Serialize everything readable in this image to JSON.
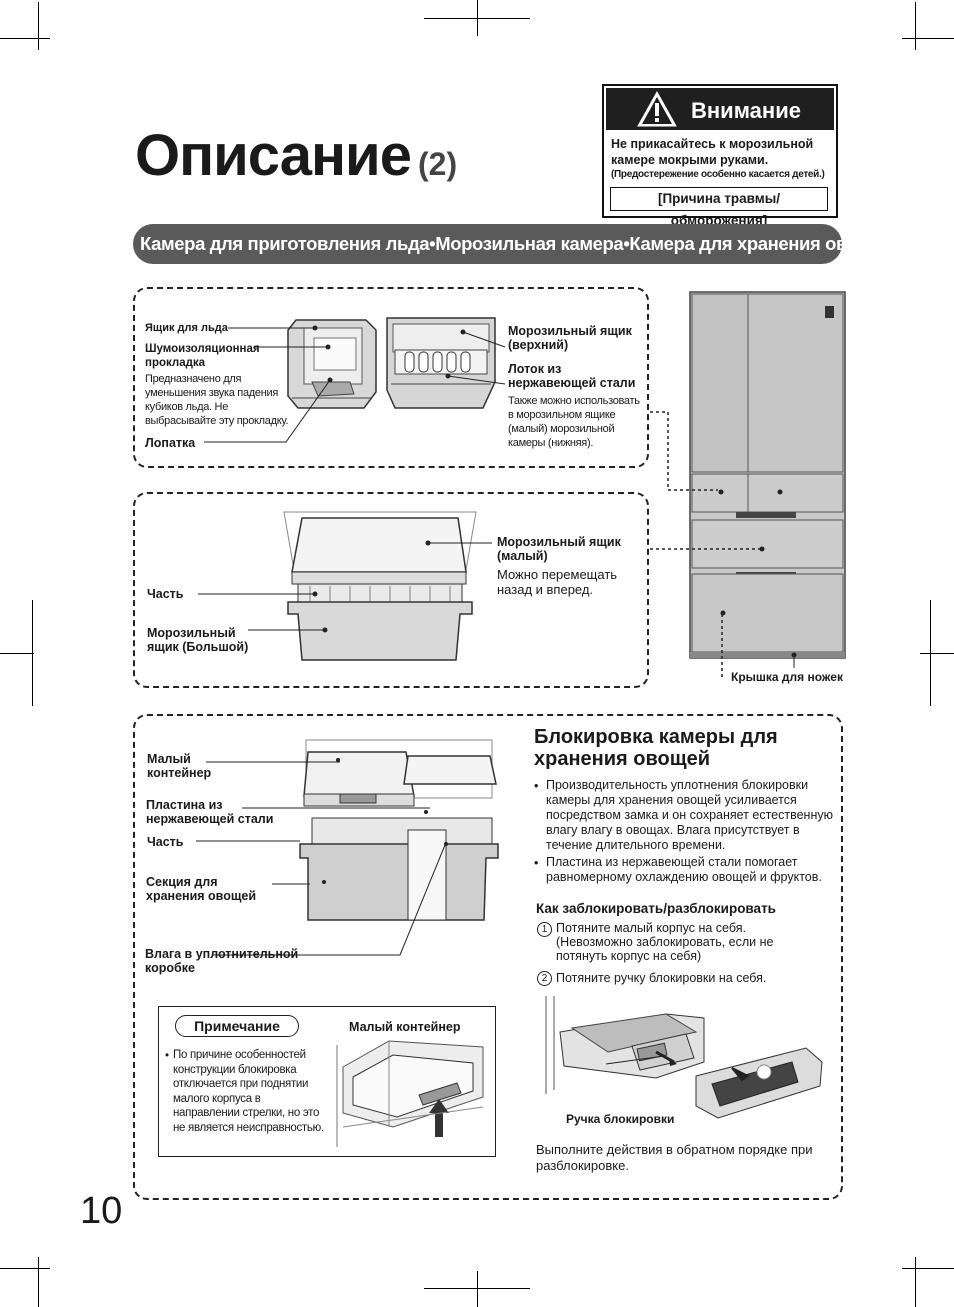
{
  "page": {
    "title": "Описание",
    "title_number": "(2)",
    "page_number": "10"
  },
  "warning": {
    "title": "Внимание",
    "line1": "Не прикасайтесь к морозильной камере мокрыми руками.",
    "line2": "(Предостережение особенно касается детей.)",
    "reason": "[Причина травмы/обморожения]"
  },
  "banner": {
    "text": "Камера для приготовления льда•Морозильная камера•Камера для хранения овощей"
  },
  "section1": {
    "ice_box": "Ящик для льда",
    "gasket_title": "Шумоизоляционная прокладка",
    "gasket_desc": "Предназначено для уменьшения звука падения кубиков льда. Не выбрасывайте эту прокладку.",
    "scoop": "Лопатка",
    "freezer_upper": "Морозильный ящик (верхний)",
    "tray_title": "Лоток из нержавеющей стали",
    "tray_desc": "Также можно использовать в морозильном ящике (малый) морозильной камеры (нижняя)."
  },
  "section2": {
    "freezer_small": "Морозильный ящик (малый)",
    "freezer_small_desc": "Можно перемещать назад и вперед.",
    "part": "Часть",
    "freezer_large": "Морозильный ящик (Большой)"
  },
  "fridge": {
    "feet_cover": "Крышка для ножек"
  },
  "section3": {
    "small_container": "Малый контейнер",
    "steel_plate": "Пластина из нержавеющей стали",
    "part": "Часть",
    "veg_section": "Секция для хранения овощей",
    "moisture": "Влага в уплотнительной коробке",
    "lock_title": "Блокировка камеры для хранения овощей",
    "bullet1": "Производительность уплотнения блокировки камеры для хранения овощей усиливается посредством замка и он сохраняет естественную влагу влагу в овощах. Влага присутствует в течение длительного времени.",
    "bullet2": "Пластина из нержавеющей стали помогает равномерному охлаждению овощей и фруктов.",
    "howto_title": "Как заблокировать/разблокировать",
    "step1_num": "1",
    "step1": "Потяните малый корпус на себя. (Невозможно заблокировать, если не потянуть корпус на себя)",
    "step2_num": "2",
    "step2": "Потяните ручку блокировки на себя.",
    "lock_handle": "Ручка блокировки",
    "unlock_note": "Выполните действия в обратном порядке при разблокировке."
  },
  "note": {
    "title": "Примечание",
    "container_label": "Малый контейнер",
    "text": "По причине особенностей конструкции блокировка отключается при поднятии малого корпуса в направлении стрелки, но это не является неисправностью."
  }
}
